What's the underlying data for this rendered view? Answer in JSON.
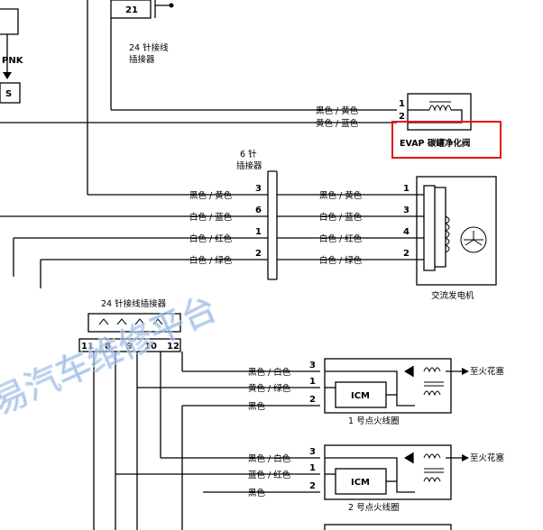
{
  "top_left": {
    "wire_color": "PNK",
    "box_label": "S"
  },
  "connector_24_top": {
    "pin": "21",
    "title_line1": "24 针接线",
    "title_line2": "插接器"
  },
  "evap": {
    "pins": [
      "1",
      "2"
    ],
    "wire_labels": [
      "黑色 / 黄色",
      "黄色 / 蓝色"
    ],
    "label": "EVAP 碳罐净化阀",
    "highlight_color": "#e0161b"
  },
  "connector_6": {
    "title_line1": "6 针",
    "title_line2": "插接器"
  },
  "generator": {
    "left_wires": [
      {
        "label": "黑色 / 黄色",
        "pin": "3"
      },
      {
        "label": "白色 / 蓝色",
        "pin": "6"
      },
      {
        "label": "白色 / 红色",
        "pin": "1"
      },
      {
        "label": "白色 / 绿色",
        "pin": "2"
      }
    ],
    "right_wires": [
      {
        "label": "黑色 / 黄色",
        "pin": "1"
      },
      {
        "label": "白色 / 蓝色",
        "pin": "3"
      },
      {
        "label": "白色 / 红色",
        "pin": "4"
      },
      {
        "label": "白色 / 绿色",
        "pin": "2"
      }
    ],
    "label": "交流发电机"
  },
  "connector_24_mid": {
    "title": "24 针接线插接器",
    "pins": [
      "11",
      "8",
      "9",
      "10",
      "12"
    ]
  },
  "coil1": {
    "pins": [
      "3",
      "1",
      "2"
    ],
    "wire_labels": [
      "黑色 / 白色",
      "黄色 / 绿色",
      "黑色"
    ],
    "icm": "ICM",
    "output": "至火花塞",
    "label": "1 号点火线圈"
  },
  "coil2": {
    "pins": [
      "3",
      "1",
      "2"
    ],
    "wire_labels": [
      "黑色 / 白色",
      "蓝色 / 红色",
      "黑色"
    ],
    "icm": "ICM",
    "output": "至火花塞",
    "label": "2 号点火线圈"
  },
  "watermark": "易汽车维修平台"
}
